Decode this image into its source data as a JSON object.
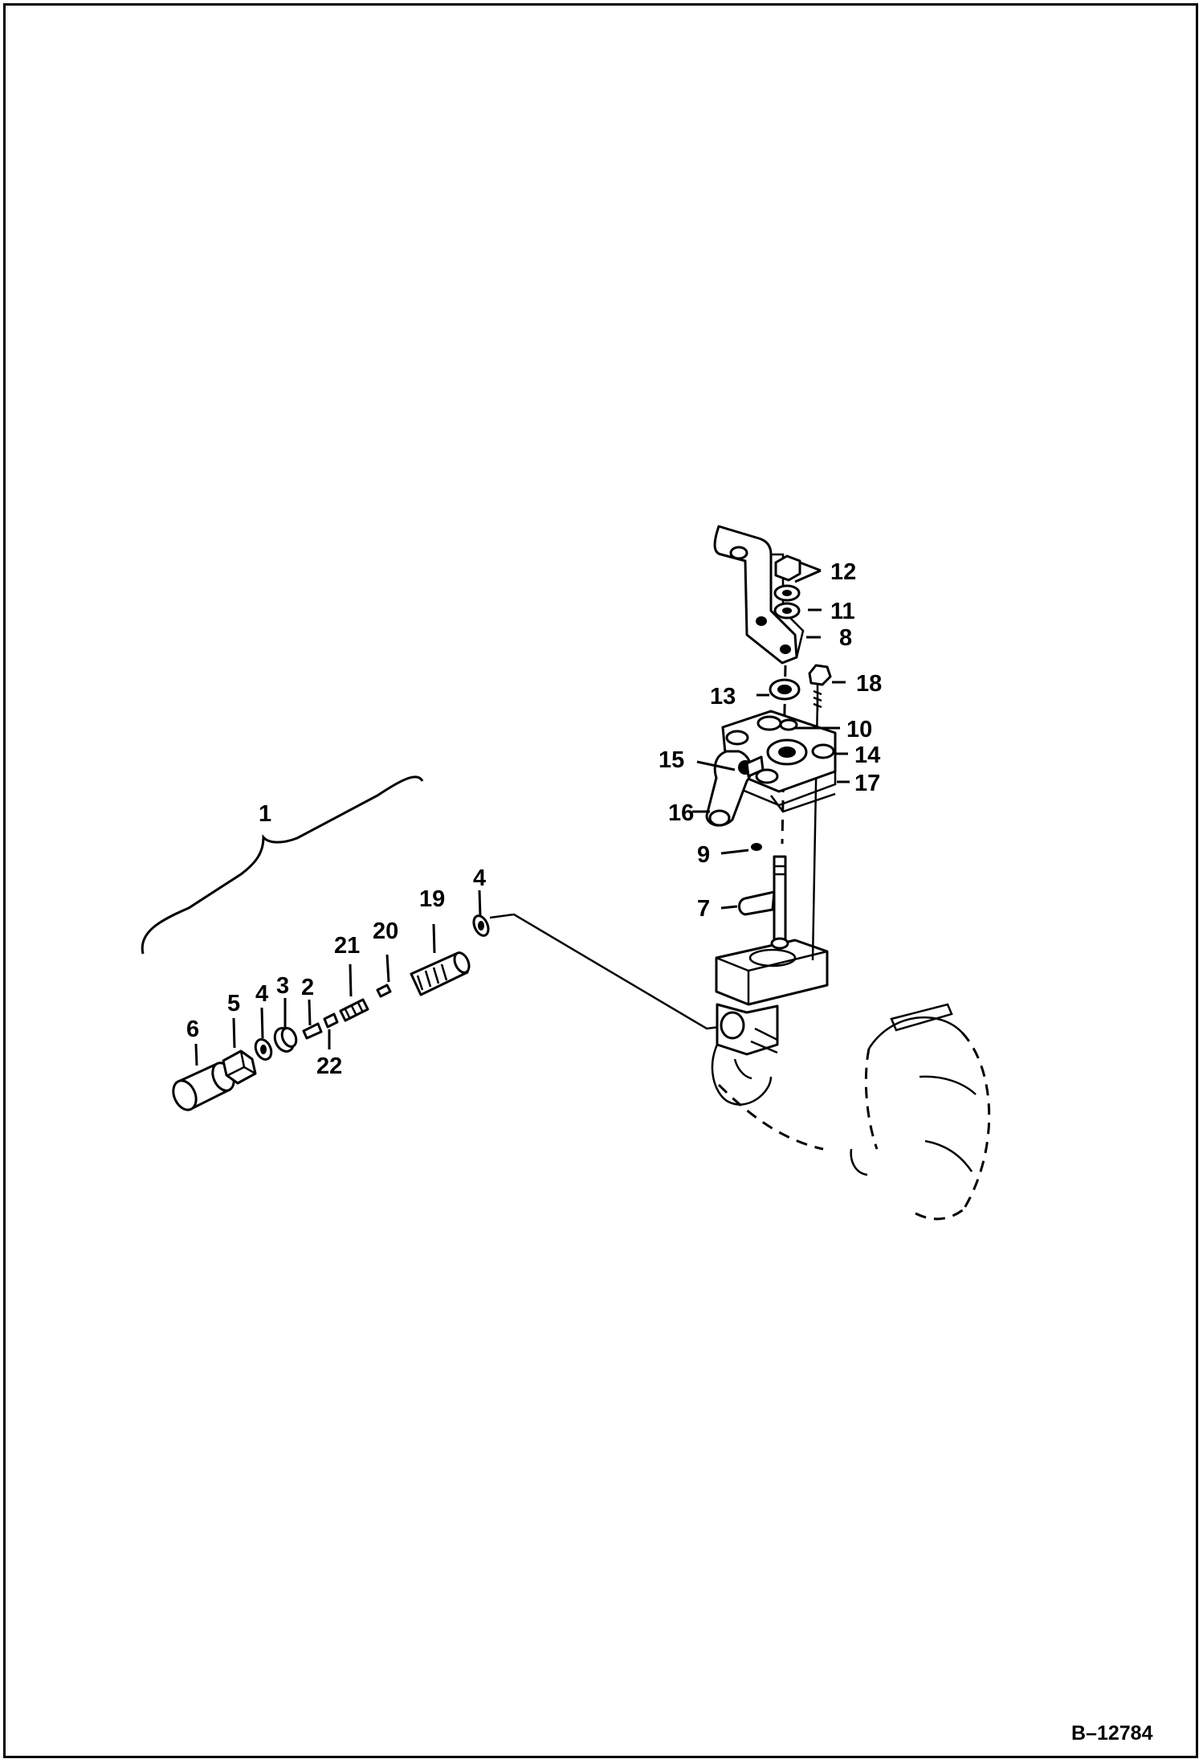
{
  "figure_number": "B–12784",
  "callouts": {
    "c1": "1",
    "c2": "2",
    "c3": "3",
    "c4a": "4",
    "c4b": "4",
    "c5": "5",
    "c6": "6",
    "c7": "7",
    "c8": "8",
    "c9": "9",
    "c10": "10",
    "c11": "11",
    "c12": "12",
    "c13": "13",
    "c14": "14",
    "c15": "15",
    "c16": "16",
    "c17": "17",
    "c18": "18",
    "c19": "19",
    "c20": "20",
    "c21": "21",
    "c22": "22"
  }
}
